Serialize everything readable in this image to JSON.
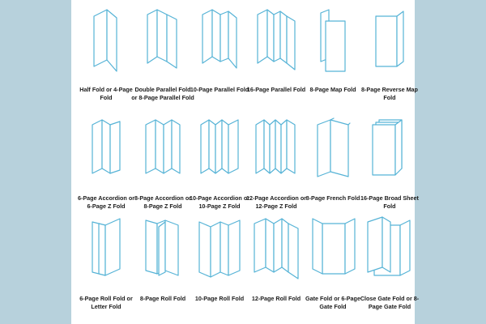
{
  "colors": {
    "background": "#b7d1dc",
    "panel": "#ffffff",
    "fold_line": "#56b3d6",
    "label_text": "#1b1b1b"
  },
  "folds": [
    {
      "label": "Half Fold or 4-Page Fold",
      "icon": "half-fold-icon"
    },
    {
      "label": "Double Parallel Fold or 8-Page Parallel Fold",
      "icon": "double-parallel-fold-icon"
    },
    {
      "label": "10-Page Parallel Fold",
      "icon": "10-page-parallel-fold-icon"
    },
    {
      "label": "16-Page Parallel Fold",
      "icon": "16-page-parallel-fold-icon"
    },
    {
      "label": "8-Page Map Fold",
      "icon": "8-page-map-fold-icon"
    },
    {
      "label": "8-Page Reverse Map Fold",
      "icon": "8-page-reverse-map-fold-icon"
    },
    {
      "label": "6-Page Accordion or 6-Page Z Fold",
      "icon": "6-page-accordion-fold-icon"
    },
    {
      "label": "8-Page Accordion or 8-Page Z Fold",
      "icon": "8-page-accordion-fold-icon"
    },
    {
      "label": "10-Page Accordion or 10-Page Z Fold",
      "icon": "10-page-accordion-fold-icon"
    },
    {
      "label": "12-Page Accordion or 12-Page Z Fold",
      "icon": "12-page-accordion-fold-icon"
    },
    {
      "label": "8-Page French Fold",
      "icon": "8-page-french-fold-icon"
    },
    {
      "label": "16-Page Broad Sheet Fold",
      "icon": "16-page-broad-sheet-fold-icon"
    },
    {
      "label": "6-Page Roll Fold or Letter Fold",
      "icon": "6-page-roll-fold-icon"
    },
    {
      "label": "8-Page Roll Fold",
      "icon": "8-page-roll-fold-icon"
    },
    {
      "label": "10-Page Roll Fold",
      "icon": "10-page-roll-fold-icon"
    },
    {
      "label": "12-Page Roll Fold",
      "icon": "12-page-roll-fold-icon"
    },
    {
      "label": "Gate Fold or 6-Page Gate Fold",
      "icon": "gate-fold-icon"
    },
    {
      "label": "Close Gate Fold or 8-Page Gate Fold",
      "icon": "close-gate-fold-icon"
    }
  ]
}
